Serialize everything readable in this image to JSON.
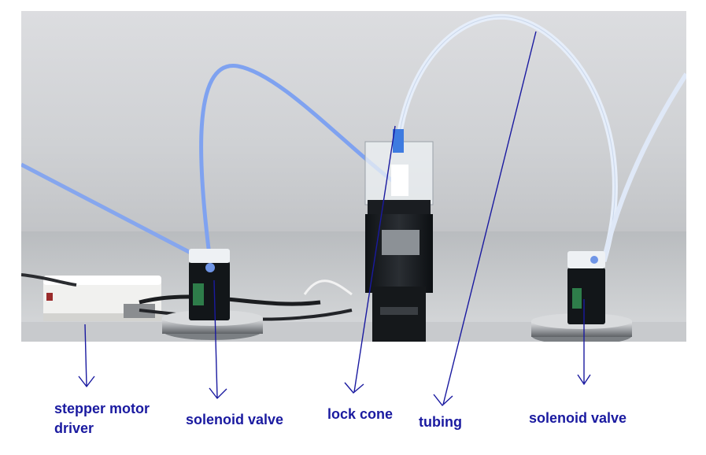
{
  "labels": {
    "driver_line1": "stepper motor",
    "driver_line2": "driver",
    "solenoid_left": "solenoid valve",
    "lock_cone": "lock cone",
    "tubing": "tubing",
    "solenoid_right": "solenoid valve"
  },
  "colors": {
    "annotation": "#1a1aa0",
    "tube_blue": "#7fa2f0",
    "tube_white": "#e6eefa",
    "valve_body": "#121619"
  }
}
